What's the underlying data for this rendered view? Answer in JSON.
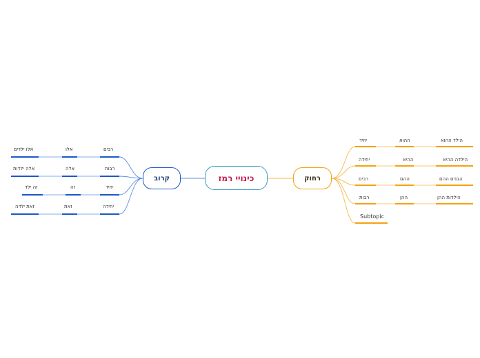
{
  "central": {
    "label": "כינויי רמז"
  },
  "left_branch": {
    "label": "קרוב",
    "rows": [
      {
        "col1": "רבים",
        "col2": "אלו",
        "col3": "אלו ילדים"
      },
      {
        "col1": "רבות",
        "col2": "אלה",
        "col3": "אלה ילדות"
      },
      {
        "col1": "יחיד",
        "col2": "זה",
        "col3": "זה ילד"
      },
      {
        "col1": "יחידה",
        "col2": "זאת",
        "col3": "זאת ילדה"
      }
    ]
  },
  "right_branch": {
    "label": "רחוק",
    "rows": [
      {
        "col1": "יחיד",
        "col2": "ההוא",
        "col3": "הילד ההוא"
      },
      {
        "col1": "יחידה",
        "col2": "ההיא",
        "col3": "הילדה ההיא"
      },
      {
        "col1": "רבים",
        "col2": "ההם",
        "col3": "הבנים ההם"
      },
      {
        "col1": "רבות",
        "col2": "ההן",
        "col3": "הילדות ההן"
      }
    ],
    "extra_topic": "Subtopic"
  },
  "colors": {
    "center_border": "#3a9cc4",
    "center_text": "#c41c4b",
    "left_accent": "#1b57c9",
    "left_line": "#5b8fe0",
    "right_accent": "#f5a10c",
    "right_line": "#f7b84a"
  }
}
